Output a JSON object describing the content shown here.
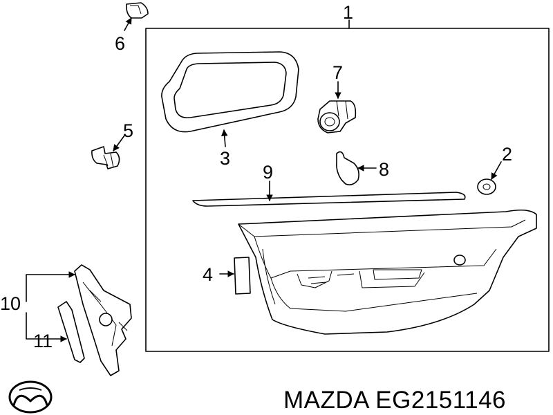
{
  "callouts": {
    "c1": "1",
    "c2": "2",
    "c3": "3",
    "c4": "4",
    "c5": "5",
    "c6": "6",
    "c7": "7",
    "c8": "8",
    "c9": "9",
    "c10": "10",
    "c11": "11"
  },
  "footer": {
    "part_label": "MAZDA EG2151146",
    "logo_icon": "mazda-logo-icon"
  },
  "colors": {
    "line": "#000000",
    "background": "#ffffff"
  }
}
